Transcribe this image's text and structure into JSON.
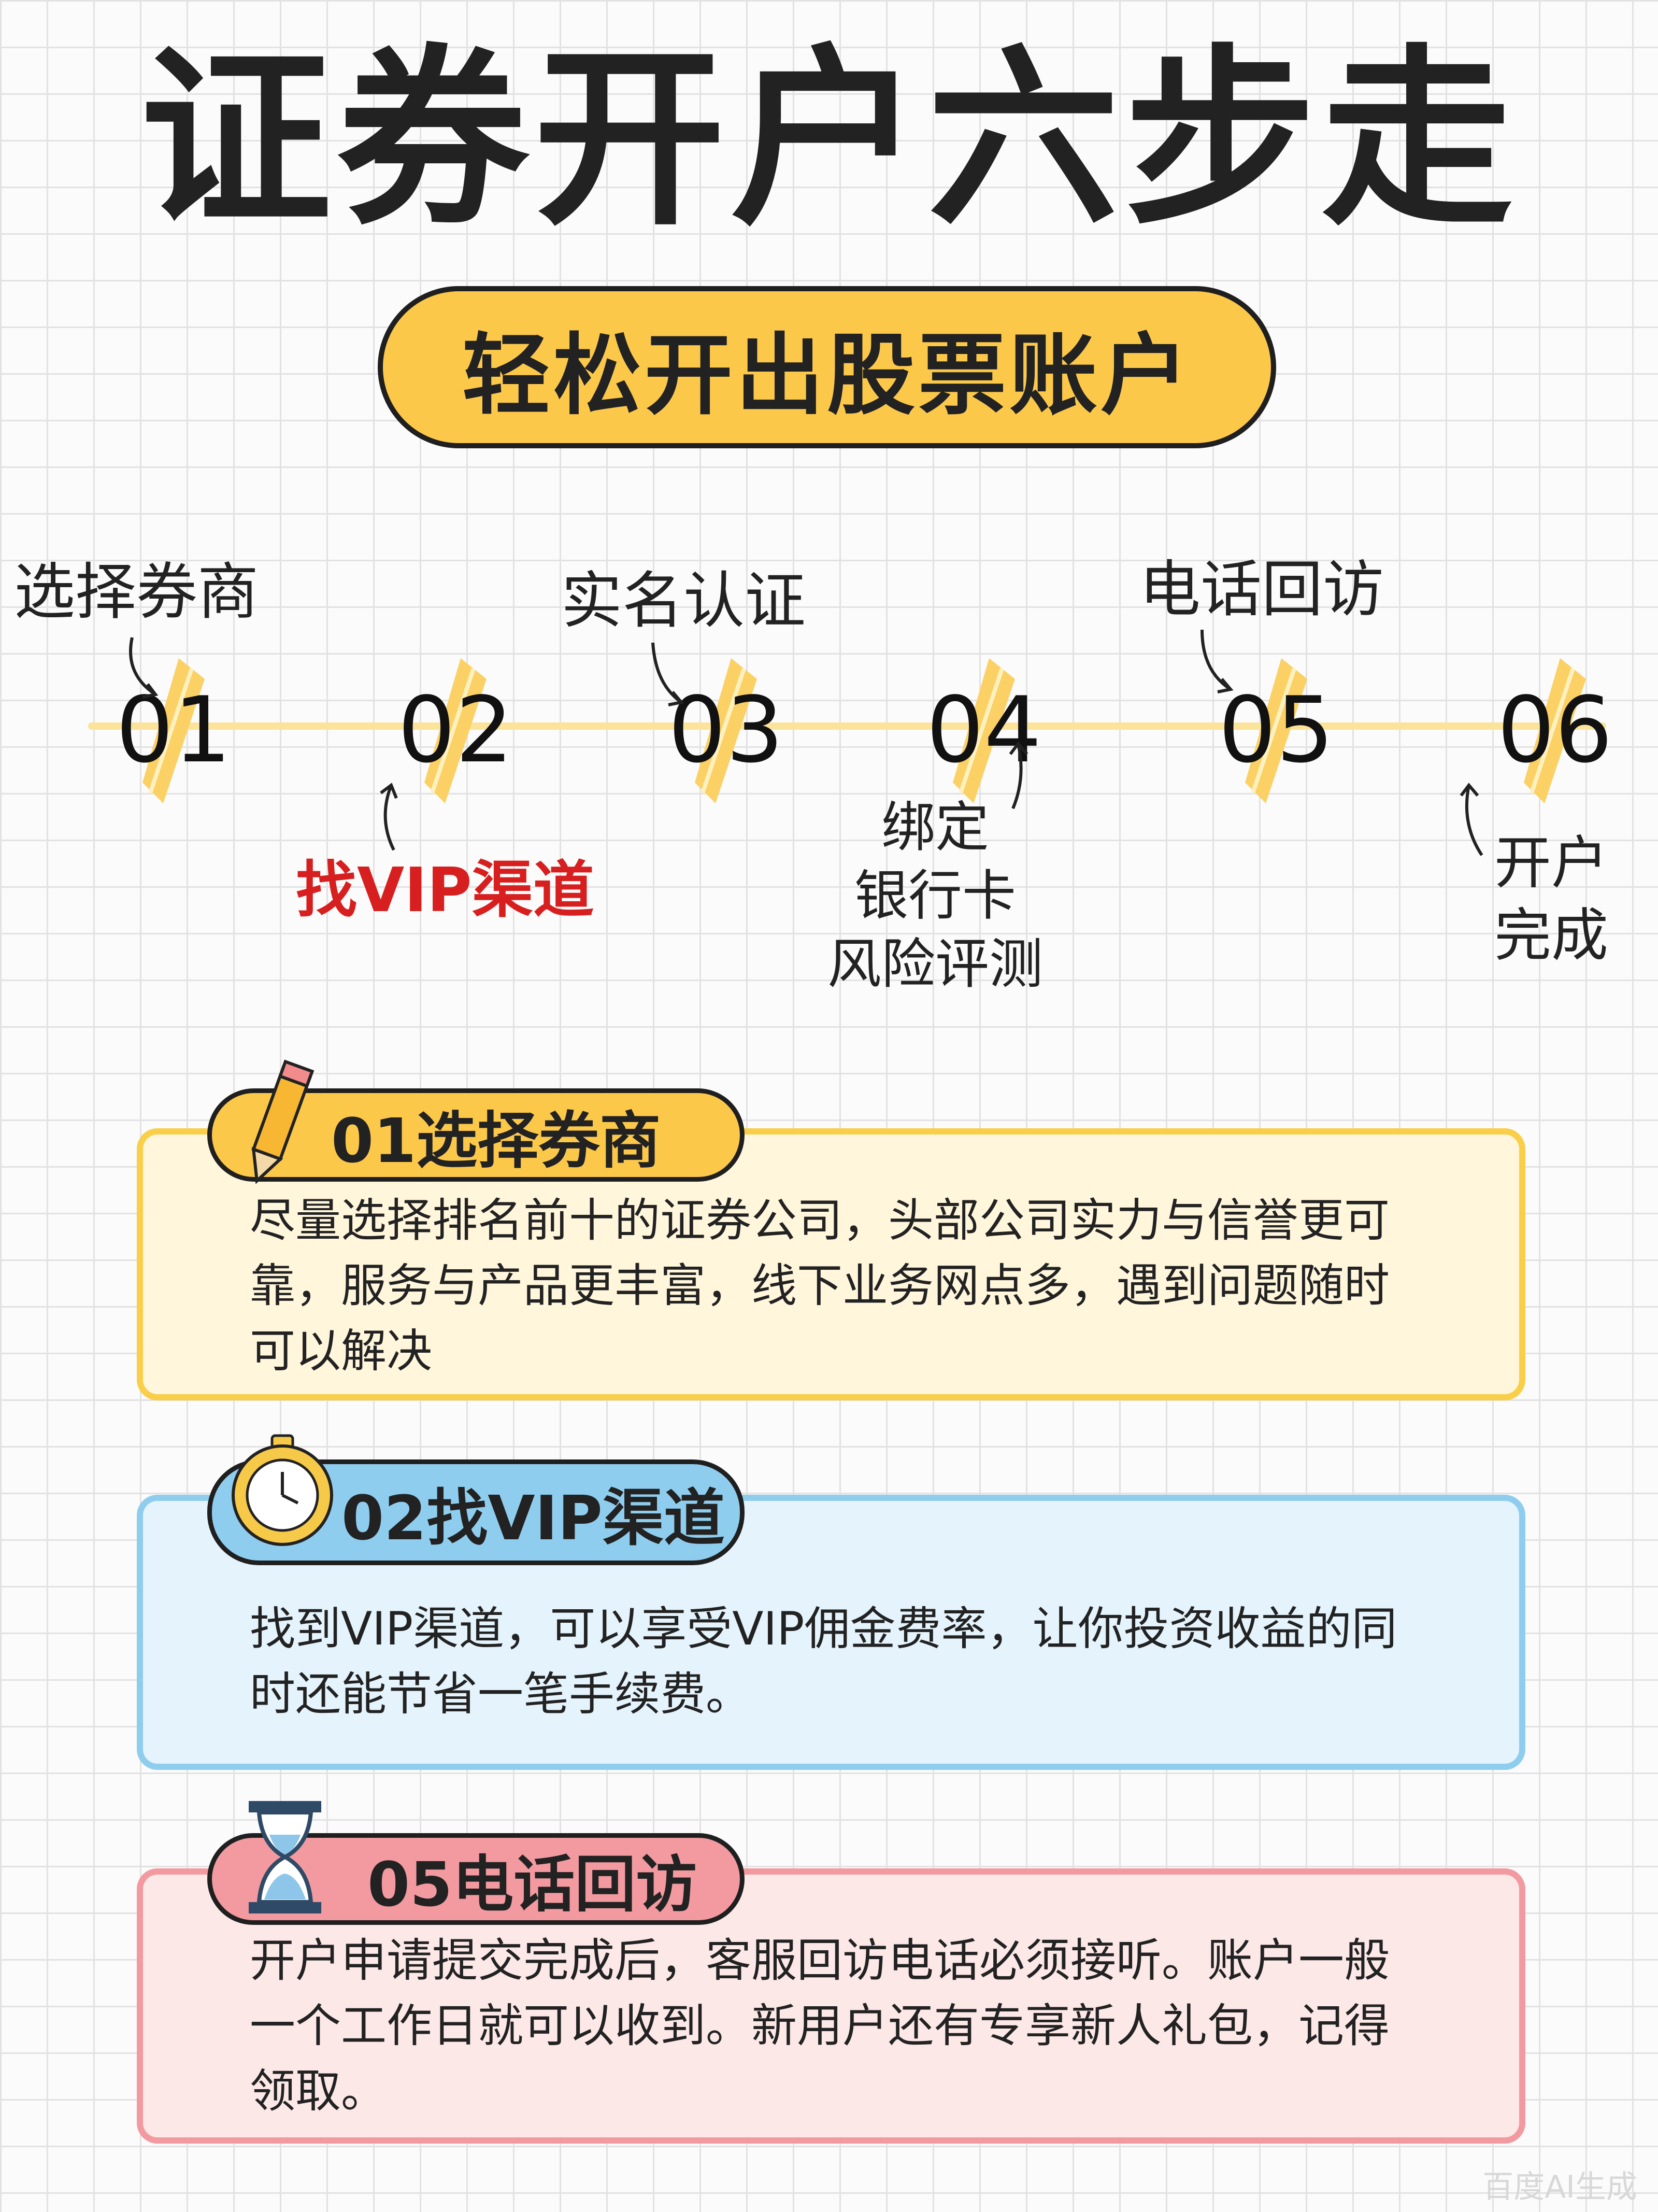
{
  "title": "证券开户六步走",
  "subtitle": "轻松开出股票账户",
  "timeline": {
    "line_color": "#fbe39a",
    "steps": [
      {
        "num": "01",
        "label": "选择券商"
      },
      {
        "num": "02",
        "label": "找VIP渠道"
      },
      {
        "num": "03",
        "label": "实名认证"
      },
      {
        "num": "04",
        "label_lines": [
          "绑定",
          "银行卡",
          "风险评测"
        ]
      },
      {
        "num": "05",
        "label": "电话回访"
      },
      {
        "num": "06",
        "label_lines": [
          "开户",
          "完成"
        ]
      }
    ],
    "highlight_color": "#d71f1f"
  },
  "cards": [
    {
      "title": "01选择券商",
      "icon": "pencil-icon",
      "border": "#f9cf4a",
      "fill": "#fff6dc",
      "tab": "#fcc84a",
      "lines": [
        "尽量选择排名前十的证券公司，头部公司实力与信誉更可",
        "靠，服务与产品更丰富，线下业务网点多，遇到问题随时",
        "可以解决"
      ]
    },
    {
      "title": "02找VIP渠道",
      "icon": "stopwatch-icon",
      "border": "#8fcdee",
      "fill": "#e4f3fc",
      "tab": "#8fcdee",
      "lines": [
        "找到VIP渠道，可以享受VIP佣金费率，让你投资收益的同",
        "时还能节省一笔手续费。"
      ]
    },
    {
      "title": "05电话回访",
      "icon": "hourglass-icon",
      "border": "#f29aa0",
      "fill": "#fde8e8",
      "tab": "#f29aa0",
      "lines": [
        "开户申请提交完成后，客服回访电话必须接听。账户一般",
        "一个工作日就可以收到。新用户还有专享新人礼包，记得",
        "领取。"
      ]
    }
  ],
  "watermark": "百度AI生成"
}
